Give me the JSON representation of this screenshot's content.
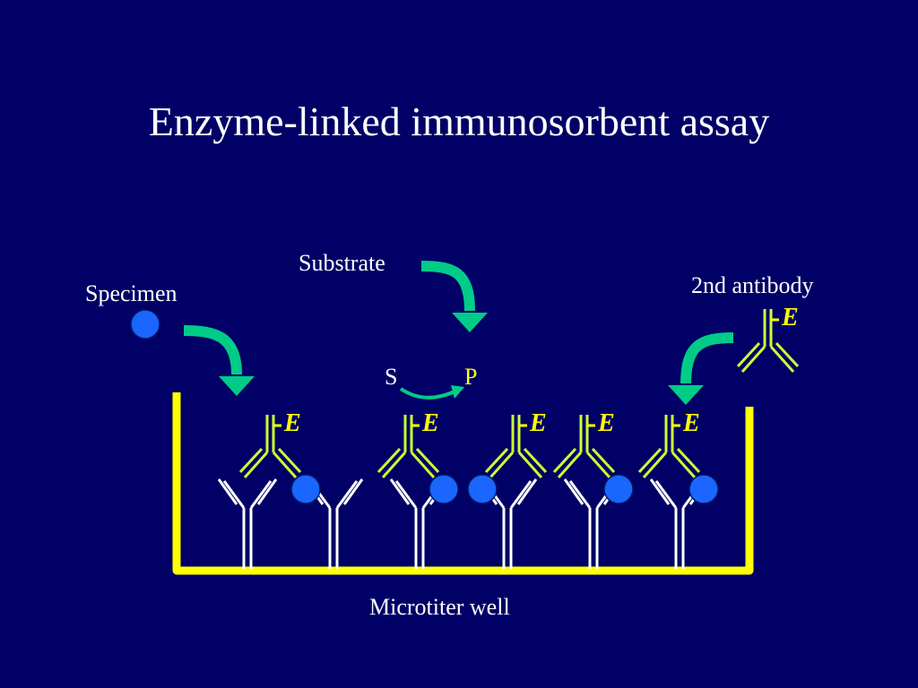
{
  "title": "Enzyme-linked immunosorbent assay",
  "labels": {
    "specimen": "Specimen",
    "substrate": "Substrate",
    "second_antibody": "2nd antibody",
    "microtiter_well": "Microtiter well",
    "s": "S",
    "p": "P"
  },
  "enzyme_label": "E",
  "colors": {
    "background": "#000066",
    "well": "#ffff00",
    "antigen": "#1a66ff",
    "conjugate_antibody": "#ccff33",
    "arrow": "#00cc88",
    "capture_antibody": "#ffffff"
  }
}
